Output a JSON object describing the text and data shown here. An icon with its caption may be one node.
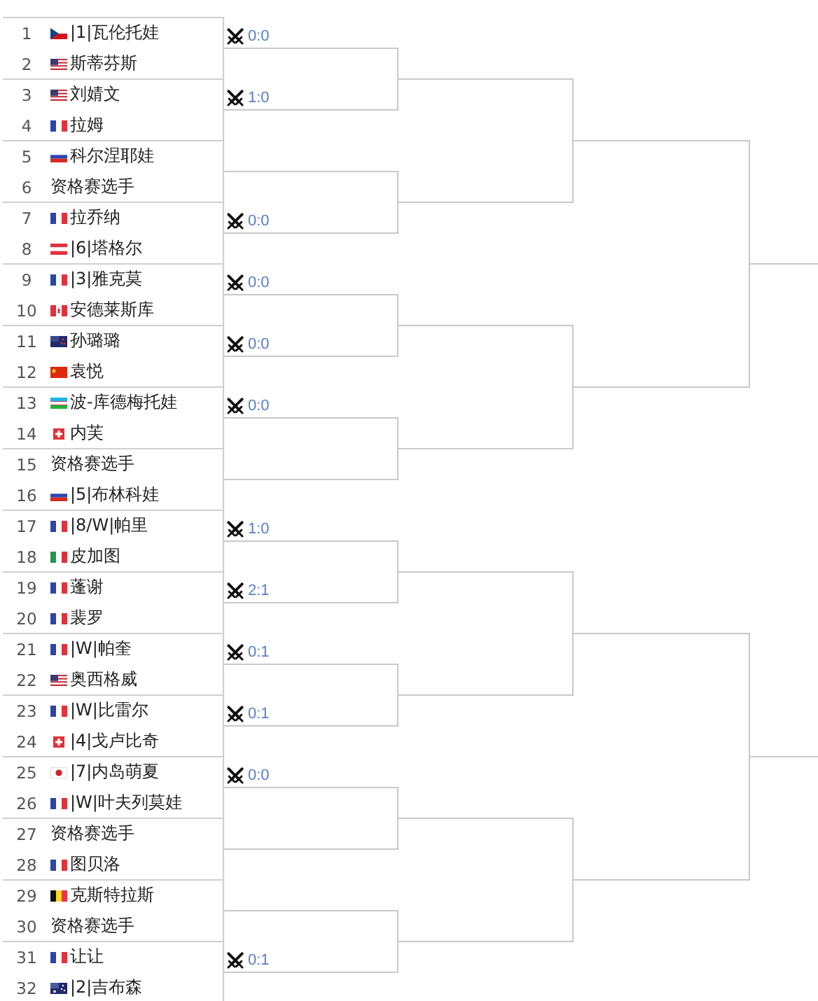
{
  "diagram": {
    "nodes": [
      {
        "text": [
          "1",
          "|1|瓦伦托娃",
          "2",
          "斯蒂芬斯"
        ],
        "beside": [
          "0:0"
        ]
      },
      {
        "text": [
          "3",
          "刘婧文",
          "4",
          "拉姆"
        ],
        "beside": [
          "1:0"
        ]
      },
      {
        "text": [
          "5",
          "科尔涅耶娃",
          "6",
          "资格赛选手"
        ]
      },
      {
        "text": [
          "7",
          "拉乔纳",
          "8",
          "|6|塔格尔"
        ],
        "beside": [
          "0:0"
        ]
      },
      {
        "text": [
          "9",
          "|3|雅克莫",
          "10",
          "安德莱斯库"
        ],
        "beside": [
          "0:0"
        ]
      },
      {
        "text": [
          "11",
          "孙璐璐",
          "12",
          "袁悦"
        ],
        "beside": [
          "0:0"
        ]
      },
      {
        "text": [
          "13",
          "波-库德梅托娃",
          "14",
          "内芙"
        ],
        "beside": [
          "0:0"
        ]
      },
      {
        "text": [
          "15",
          "资格赛选手",
          "16",
          "|5|布林科娃"
        ]
      },
      {
        "text": [
          "17",
          "|8/W|帕里",
          "18",
          "皮加图"
        ],
        "beside": [
          "1:0"
        ]
      },
      {
        "text": [
          "19",
          "蓬谢",
          "20",
          "裴罗"
        ],
        "beside": [
          "2:1"
        ]
      },
      {
        "text": [
          "21",
          "|W|帕奎",
          "22",
          "奥西格威"
        ],
        "beside": [
          "0:1"
        ]
      },
      {
        "text": [
          "23",
          "|W|比雷尔",
          "24",
          "|4|戈卢比奇"
        ],
        "beside": [
          "0:1"
        ]
      },
      {
        "text": [
          "25",
          "|7|内岛萌夏",
          "26",
          "|W|叶夫列莫娃"
        ],
        "beside": [
          "0:0"
        ]
      },
      {
        "text": [
          "27",
          "资格赛选手",
          "28",
          "图贝洛"
        ]
      },
      {
        "text": [
          "29",
          "克斯特拉斯",
          "30",
          "资格赛选手"
        ]
      },
      {
        "text": [
          "31",
          "让让",
          "32",
          "|2|吉布森"
        ],
        "beside": [
          "0:1"
        ]
      }
    ],
    "edges": [
      {
        "from": 0,
        "to": null,
        "arrow": "none"
      },
      {
        "from": 1,
        "to": null,
        "arrow": "none"
      },
      {
        "from": 2,
        "to": null,
        "arrow": "none"
      },
      {
        "from": 3,
        "to": null,
        "arrow": "none"
      },
      {
        "from": 4,
        "to": null,
        "arrow": "none"
      },
      {
        "from": 5,
        "to": null,
        "arrow": "none"
      },
      {
        "from": 6,
        "to": null,
        "arrow": "none"
      },
      {
        "from": 7,
        "to": null,
        "arrow": "none"
      },
      {
        "from": 8,
        "to": null,
        "arrow": "none"
      },
      {
        "from": 9,
        "to": null,
        "arrow": "none"
      },
      {
        "from": 10,
        "to": null,
        "arrow": "none"
      },
      {
        "from": 11,
        "to": null,
        "arrow": "none"
      },
      {
        "from": 12,
        "to": null,
        "arrow": "none"
      },
      {
        "from": 13,
        "to": null,
        "arrow": "none"
      },
      {
        "from": 14,
        "to": null,
        "arrow": "none"
      },
      {
        "from": 15,
        "to": null,
        "arrow": "none"
      }
    ]
  }
}
